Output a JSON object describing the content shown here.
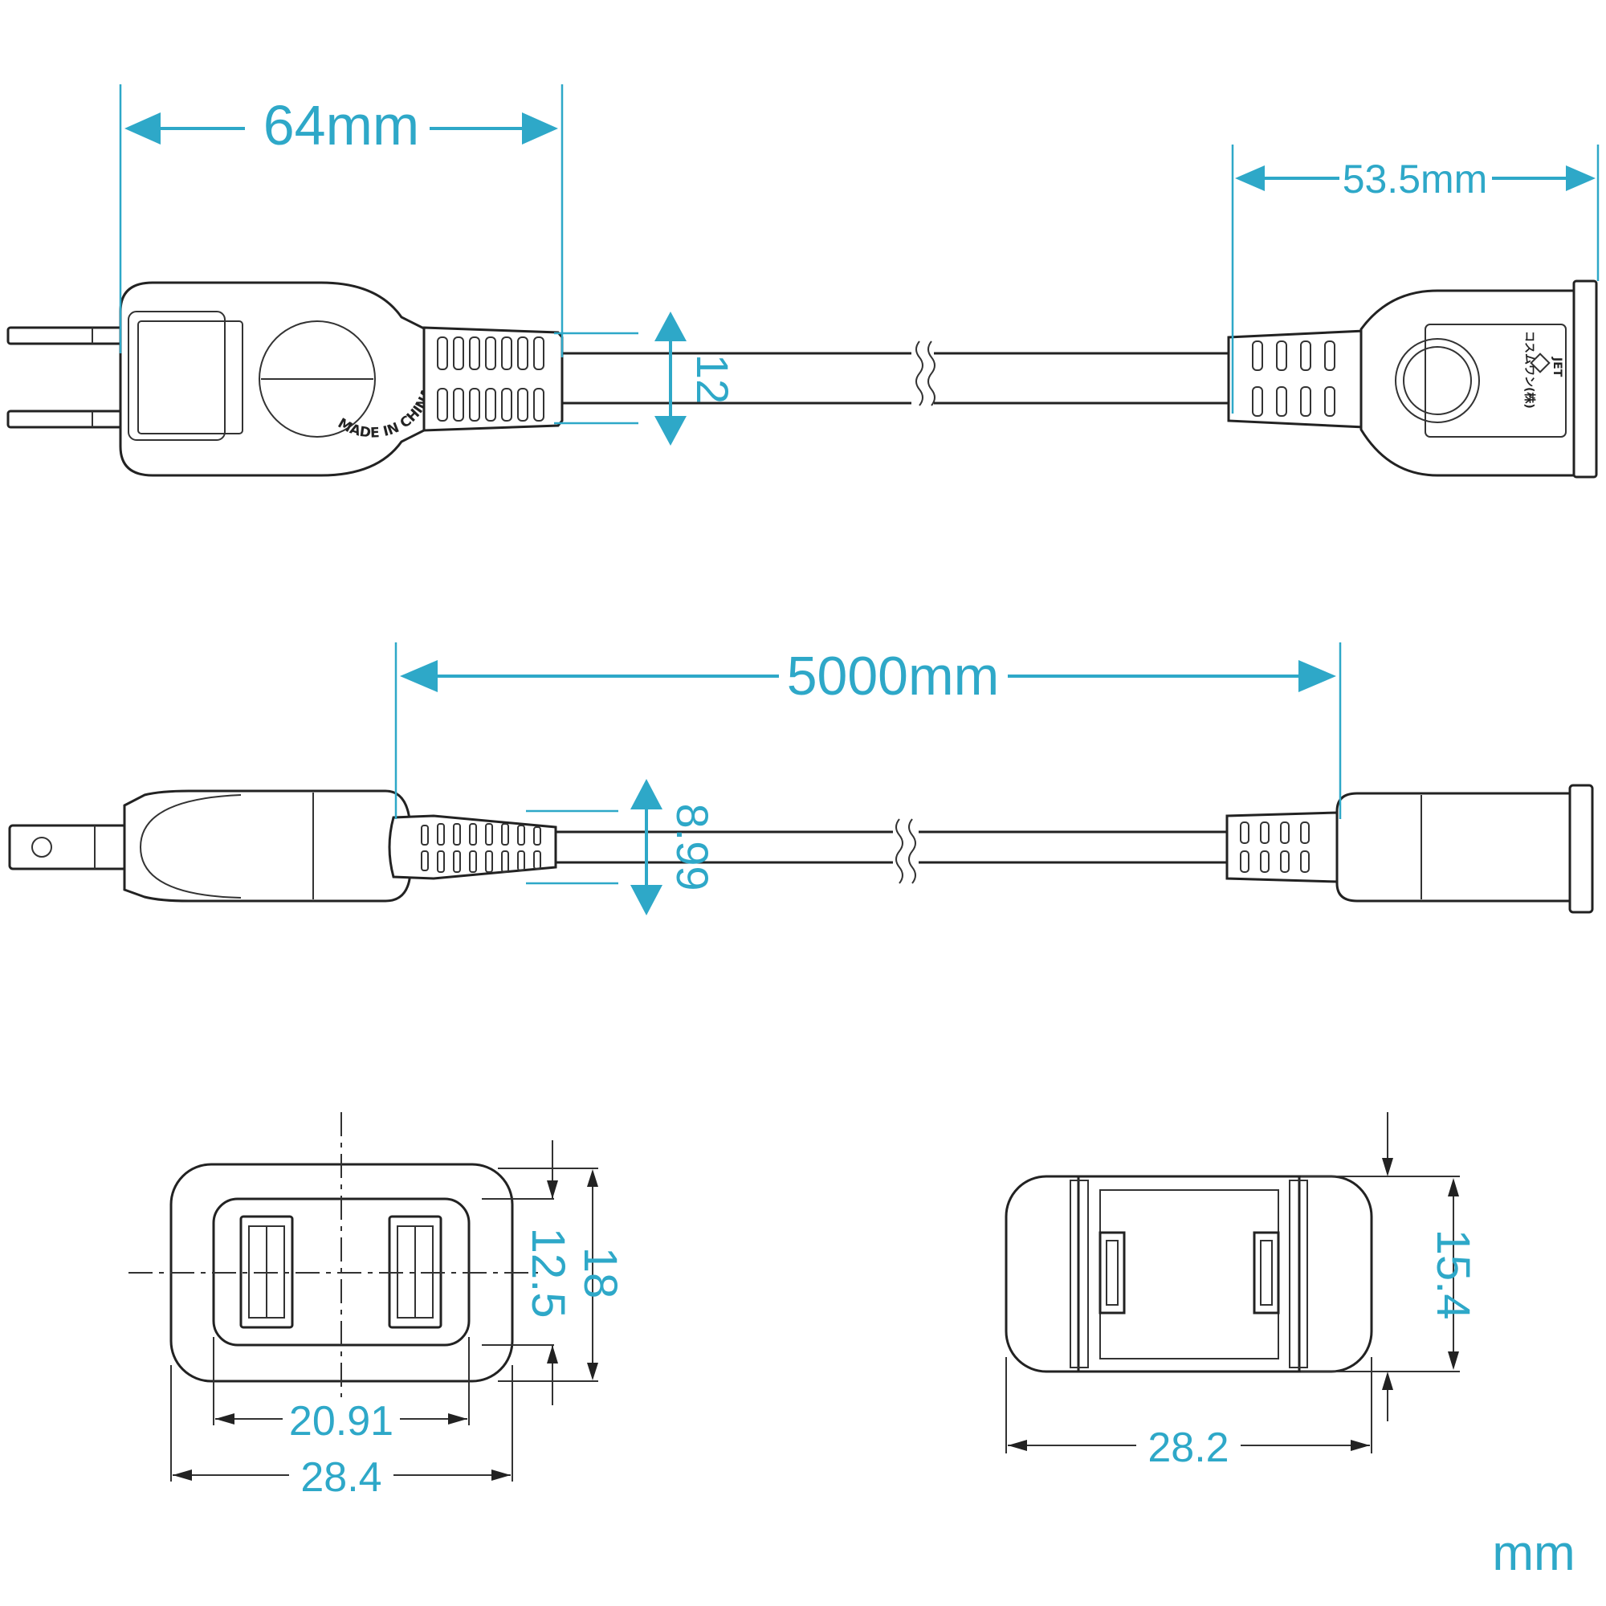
{
  "dimensions": {
    "plug_length": "64mm",
    "socket_length": "53.5mm",
    "cord_thickness_top": "12",
    "cord_length": "5000mm",
    "cord_thickness_side": "8.99",
    "socket_face_height_outer": "18",
    "socket_face_height_inner": "12.5",
    "socket_face_width_inner": "20.91",
    "socket_face_width_outer": "28.4",
    "plug_face_height": "15.4",
    "plug_face_width": "28.2"
  },
  "markings": {
    "plug_ring_text": "MADE IN CHINA",
    "socket_mark": "JET",
    "socket_maker": "コスムワン(株)"
  },
  "unit_label": "mm",
  "colors": {
    "dimension_color": "#2ea8c8",
    "outline_color": "#222222"
  }
}
